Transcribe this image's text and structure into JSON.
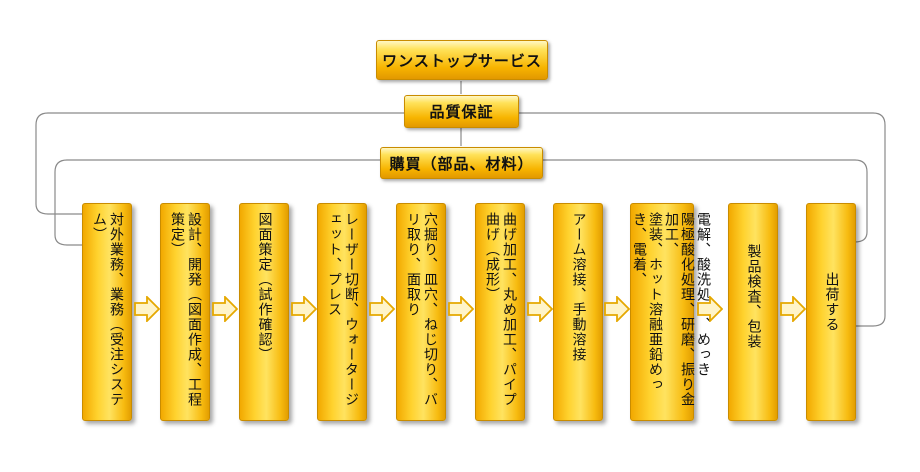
{
  "top_boxes": {
    "one_stop": "ワンストップサービス",
    "quality": "品質保証",
    "purchase": "購買（部品、材料）"
  },
  "steps": [
    "対外業務、業務（受注システム）",
    "設計、開発（図面作成、工程策定）",
    "図面策定（試作確認）",
    "レーザー切断、ウォータージェット、プレス",
    "穴掘り、皿穴、ねじ切り、バリ取り、面取り",
    "曲げ加工、丸め加工、パイプ曲げ（成形）",
    "アーム溶接、手動溶接",
    "電解、酸洗処理、めっき\n陽極酸化処理、研磨、振り金加工、\n塗装、ホット溶融亜鉛めっき、電着、",
    "製品検査、包装",
    "出荷する"
  ],
  "colors": {
    "box_fill": "#ffd22e",
    "box_border": "#c98c00",
    "connector": "#8a8a8a",
    "arrow_fill": "#fff4c8",
    "arrow_stroke": "#e5a800"
  }
}
